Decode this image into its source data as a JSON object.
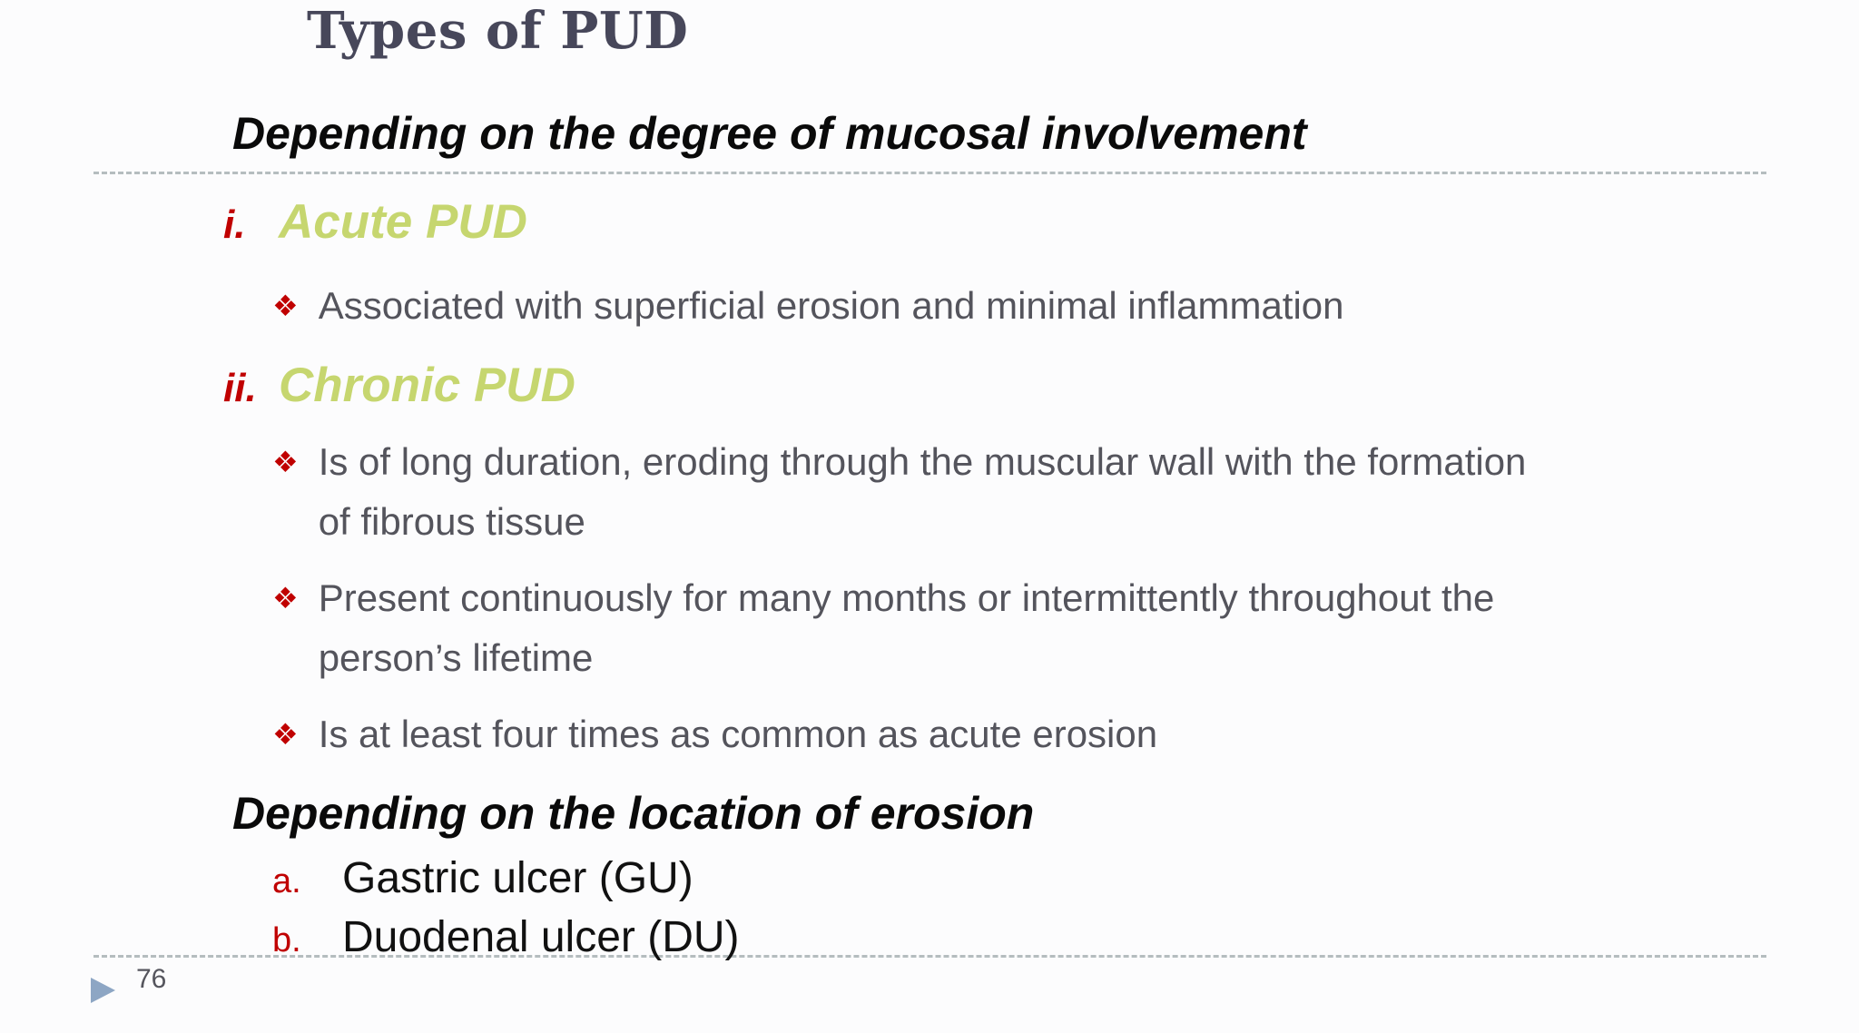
{
  "slide_title": "Types of PUD",
  "bullet_glyph": "❖",
  "sections": [
    {
      "heading": "Depending on the degree of mucosal involvement",
      "entries": [
        {
          "num": "i.",
          "title": "Acute PUD",
          "bullets": [
            {
              "lines": [
                "Associated with superficial erosion and minimal inflammation"
              ]
            }
          ]
        },
        {
          "num": "ii.",
          "title": "Chronic PUD",
          "bullets": [
            {
              "lines": [
                "Is of long duration, eroding through the muscular wall with the formation",
                "of fibrous tissue"
              ]
            },
            {
              "lines": [
                "Present continuously for many months or intermittently throughout the",
                "person’s lifetime"
              ]
            },
            {
              "lines": [
                "Is at least four times as common as acute erosion"
              ]
            }
          ]
        }
      ]
    },
    {
      "heading": "Depending on the location of erosion",
      "lettered": [
        {
          "letter": "a.",
          "text": "Gastric ulcer (GU)"
        },
        {
          "letter": "b.",
          "text": "Duodenal ulcer (DU)"
        }
      ]
    }
  ],
  "footer": {
    "page_number": "76"
  },
  "colors": {
    "title": "#47475a",
    "heading": "#0a0a0a",
    "accent_green": "#c6d66f",
    "accent_red": "#c00000",
    "body_gray": "#54545c",
    "dashed_line": "#b5bdbf",
    "footer_arrow_blue": "#8da6c4",
    "background": "#fcfcfd"
  }
}
